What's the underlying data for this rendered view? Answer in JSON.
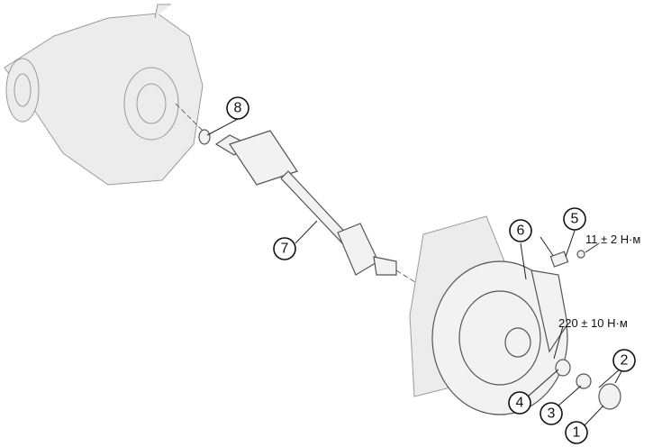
{
  "callouts": {
    "c1": "1",
    "c2": "2",
    "c3": "3",
    "c4": "4",
    "c5": "5",
    "c6": "6",
    "c7": "7",
    "c8": "8"
  },
  "torques": {
    "sensor_bolt": "11 ± 2 Н·м",
    "hub_nut": "220 ± 10 Н·м"
  }
}
